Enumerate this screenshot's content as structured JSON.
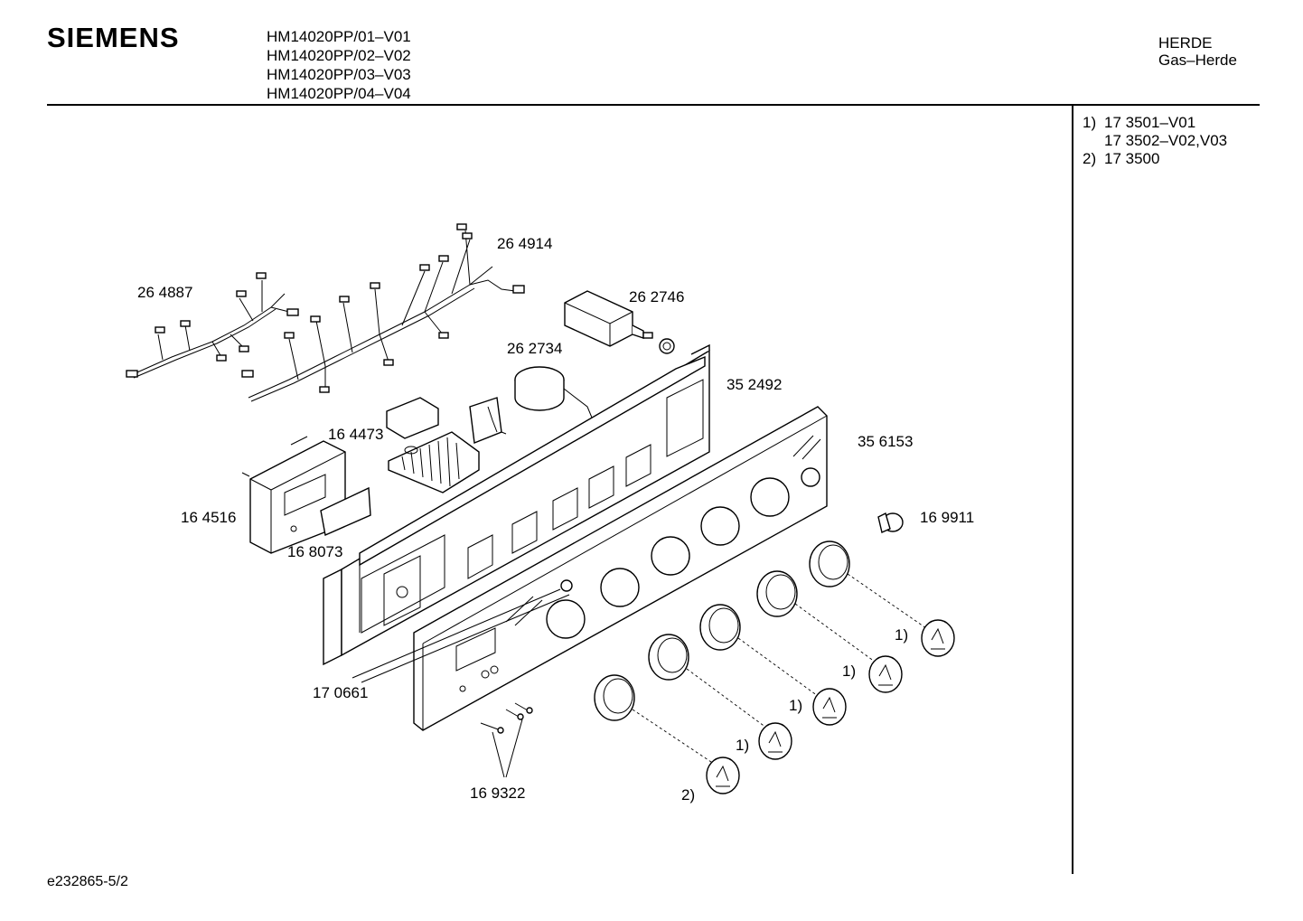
{
  "header": {
    "brand": "SIEMENS",
    "models": [
      "HM14020PP/01–V01",
      "HM14020PP/02–V02",
      "HM14020PP/03–V03",
      "HM14020PP/04–V04"
    ],
    "category": "HERDE",
    "subcategory": "Gas–Herde"
  },
  "notes": [
    {
      "key": "1)",
      "lines": [
        "17 3501–V01",
        "17 3502–V02,V03"
      ]
    },
    {
      "key": "2)",
      "lines": [
        "17 3500"
      ]
    }
  ],
  "parts": {
    "p264914": "26 4914",
    "p264887": "26 4887",
    "p262746": "26 2746",
    "p262734": "26 2734",
    "p352492": "35 2492",
    "p356153": "35 6153",
    "p164473": "16 4473",
    "p164516": "16 4516",
    "p168073": "16 8073",
    "p169911": "16 9911",
    "p170661": "17 0661",
    "p169322": "16 9322"
  },
  "knob_notes": [
    "1)",
    "1)",
    "1)",
    "1)",
    "2)"
  ],
  "footer": "e232865-5/2"
}
